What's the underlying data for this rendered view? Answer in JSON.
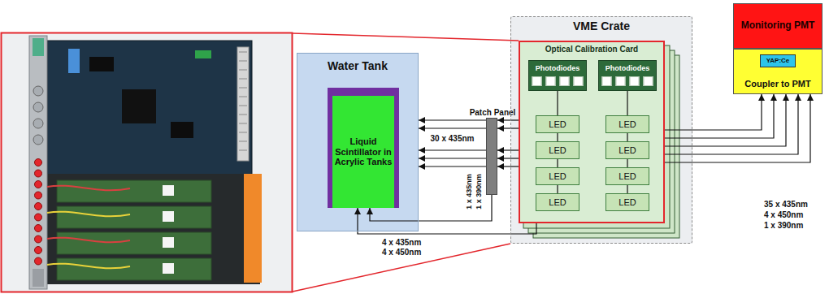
{
  "diagram": {
    "nodes": [
      {
        "text": [
          "Water Tank"
        ]
      },
      {
        "text": [
          "Liquid Scintillator in Acrylic Tanks"
        ],
        "in": 0
      },
      {
        "text": [
          "Patch Panel"
        ]
      },
      {
        "text": [
          "VME Crate"
        ]
      },
      {
        "text": [
          "Optical Calibration Card"
        ],
        "in": 3
      },
      {
        "text": [
          "Photodiodes"
        ],
        "in": 4
      },
      {
        "text": [
          "Photodiodes"
        ],
        "in": 4
      },
      {
        "text": [
          "LED"
        ],
        "in": 4
      },
      {
        "text": [
          "LED"
        ],
        "in": 4
      },
      {
        "text": [
          "LED"
        ],
        "in": 4
      },
      {
        "text": [
          "LED"
        ],
        "in": 4
      },
      {
        "text": [
          "LED"
        ],
        "in": 4
      },
      {
        "text": [
          "LED"
        ],
        "in": 4
      },
      {
        "text": [
          "LED"
        ],
        "in": 4
      },
      {
        "text": [
          "LED"
        ],
        "in": 4
      },
      {
        "text": [
          "Monitoring PMT"
        ]
      },
      {
        "text": [
          "Coupler to PMT"
        ]
      },
      {
        "text": [
          "YAP:Ce"
        ],
        "in": 16
      }
    ],
    "edges": [
      {
        "from": 4,
        "to": 2,
        "arrow": "to"
      },
      {
        "from": 2,
        "to": 0,
        "label": "30 x 435nm",
        "arrow": "to"
      },
      {
        "from": 2,
        "to": 1,
        "arrow": "to"
      },
      {
        "from": 4,
        "to": 1,
        "arrow": "to"
      },
      {
        "from": 4,
        "to": 16,
        "arrow": "to"
      },
      {
        "from": 7,
        "to": 5,
        "arrow": "none"
      },
      {
        "from": 8,
        "to": 6,
        "arrow": "none"
      },
      {
        "from": 9,
        "to": 7,
        "arrow": "none"
      },
      {
        "from": 10,
        "to": 8,
        "arrow": "none"
      },
      {
        "from": 11,
        "to": 9,
        "arrow": "none"
      },
      {
        "from": 12,
        "to": 10,
        "arrow": "none"
      },
      {
        "from": 13,
        "to": 11,
        "arrow": "none"
      },
      {
        "from": 14,
        "to": 12,
        "arrow": "none"
      }
    ],
    "labels": [
      "1 x 435nm",
      "1 x 390nm",
      "4 x 435nm",
      "4 x 450nm",
      "35 x 435nm",
      "4 x 450nm",
      "1 x 390nm"
    ]
  }
}
